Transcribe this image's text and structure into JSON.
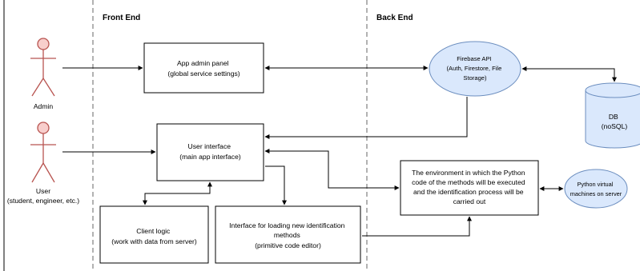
{
  "sections": {
    "front_end": "Front End",
    "back_end": "Back End"
  },
  "actors": {
    "admin": "Admin",
    "user_line1": "User",
    "user_line2": "(student, engineer, etc.)"
  },
  "nodes": {
    "admin_panel": [
      "App admin panel",
      "(global service settings)"
    ],
    "user_interface": [
      "User interface",
      "(main app interface)"
    ],
    "client_logic": [
      "Client logic",
      "(work with data from server)"
    ],
    "loading_interface": [
      "Interface for loading new identification",
      "methods",
      "(primitive code editor)"
    ],
    "environment": [
      "The environment in which the Python",
      "code of the methods will be executed",
      "and the identification process will be",
      "carried out"
    ],
    "firebase": [
      "Firebase API",
      "(Auth, Firestore, File",
      "Storage)"
    ],
    "db": [
      "DB",
      "(noSQL)"
    ],
    "python_vm": [
      "Python virtual",
      "machines on server"
    ]
  },
  "colors": {
    "actor_fill": "#f8cecc",
    "actor_stroke": "#b85450",
    "service_fill": "#dae8fc",
    "service_stroke": "#6c8ebf"
  }
}
